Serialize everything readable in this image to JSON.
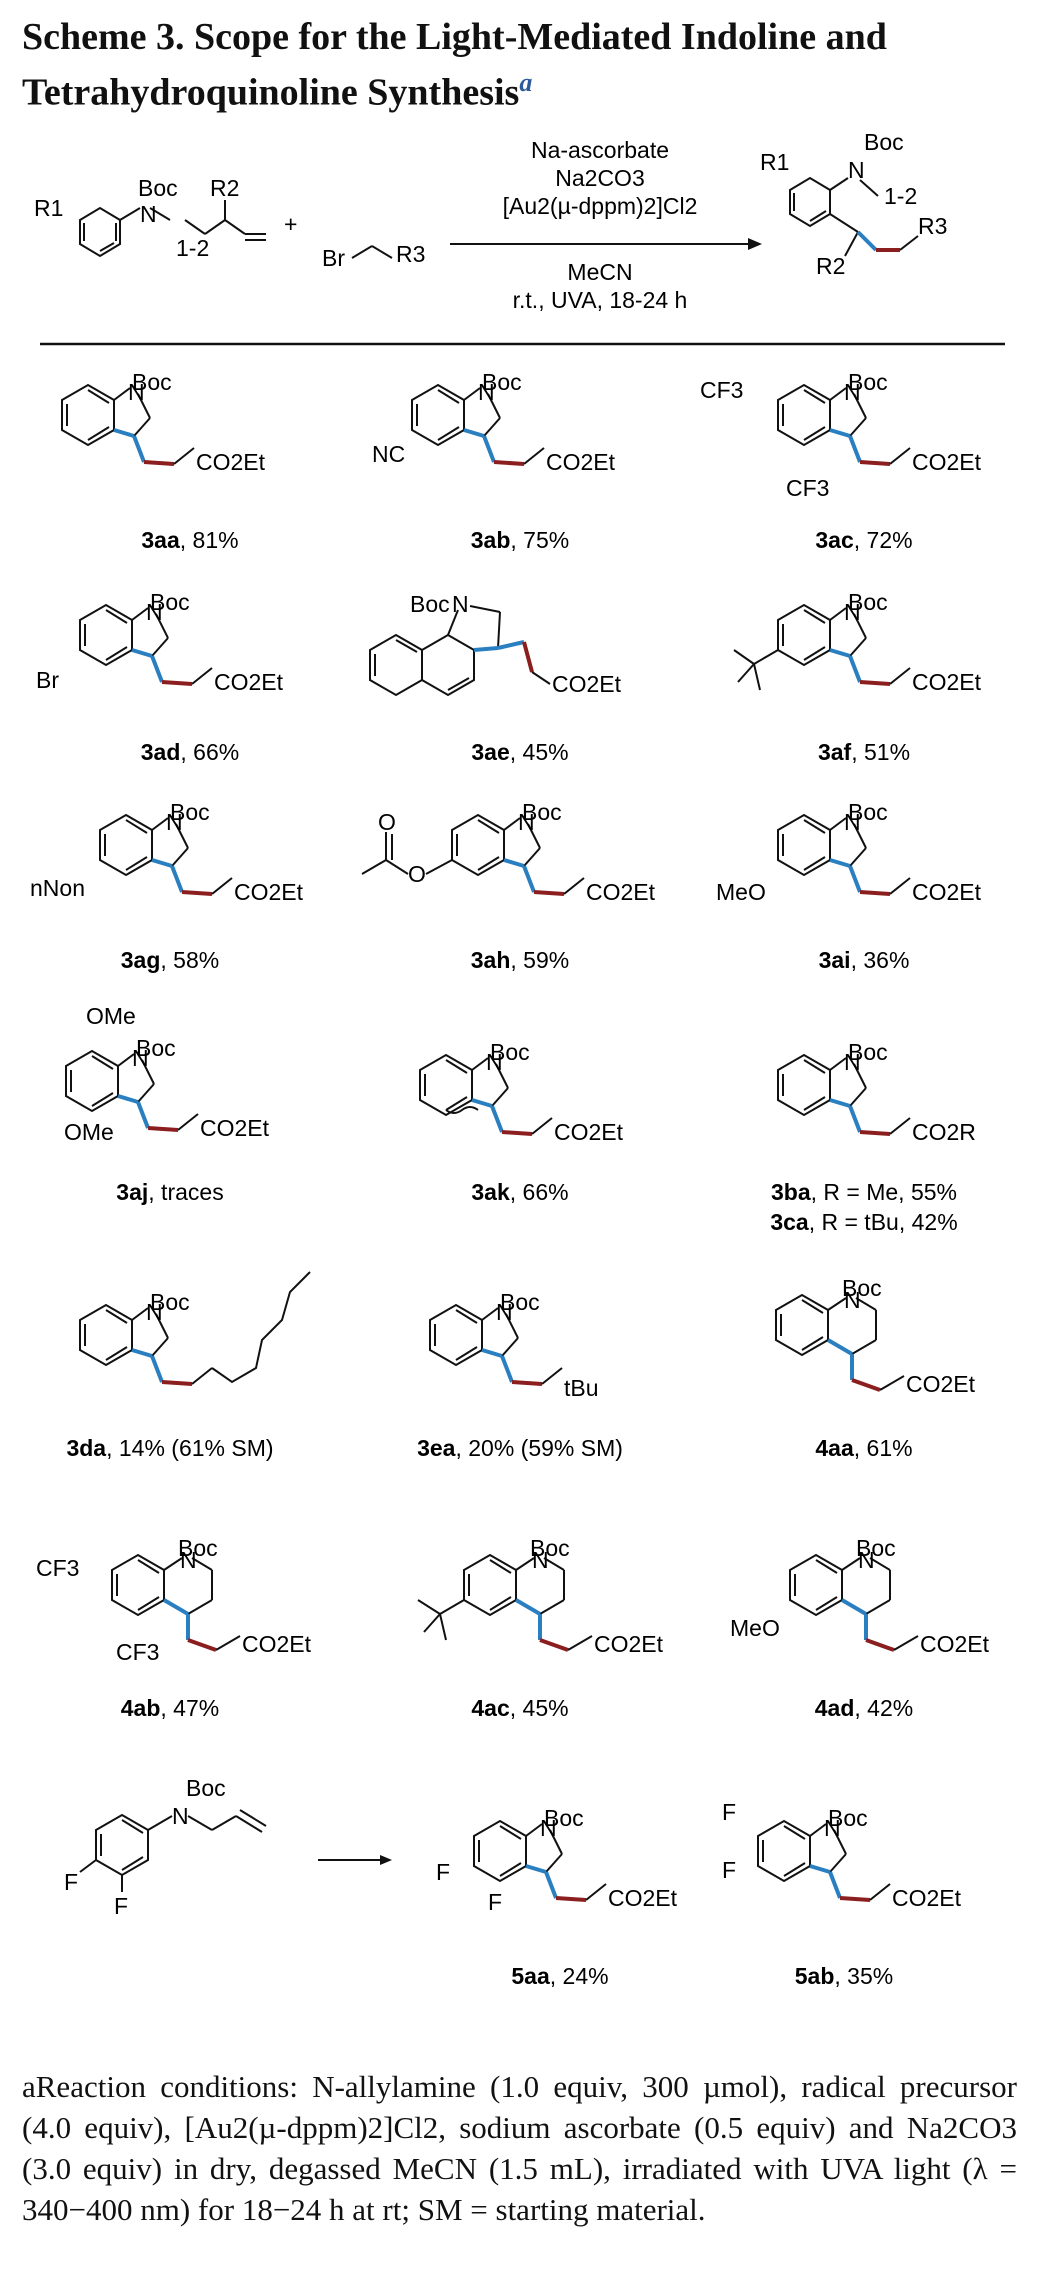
{
  "title_line1": "Scheme 3. Scope for the Light-Mediated Indoline and",
  "title_line2": "Tetrahydroquinoline Synthesis",
  "title_sup": "a",
  "colors": {
    "new_bond_blue": "#2a7fc0",
    "new_bond_red": "#8b1e1e",
    "text": "#111111"
  },
  "reaction": {
    "reagent1": "Na-ascorbate",
    "reagent2": "Na2CO3",
    "reagent3": "[Au2(µ-dppm)2]Cl2",
    "solvent": "MeCN",
    "conditions": "r.t., UVA, 18-24 h",
    "plus": "+",
    "sm_r1": "R1",
    "sm_r2": "R2",
    "sm_boc": "Boc",
    "sm_n": "N",
    "sm_range": "1-2",
    "br": "Br",
    "r3": "R3"
  },
  "compounds": [
    {
      "id": "3aa",
      "result": ", 81%"
    },
    {
      "id": "3ab",
      "result": ", 75%"
    },
    {
      "id": "3ac",
      "result": ", 72%"
    },
    {
      "id": "3ad",
      "result": ", 66%"
    },
    {
      "id": "3ae",
      "result": ", 45%"
    },
    {
      "id": "3af",
      "result": ", 51%"
    },
    {
      "id": "3ag",
      "result": ", 58%"
    },
    {
      "id": "3ah",
      "result": ", 59%"
    },
    {
      "id": "3ai",
      "result": ", 36%"
    },
    {
      "id": "3aj",
      "result": ", traces"
    },
    {
      "id": "3ak",
      "result": ", 66%"
    },
    {
      "id": "3ba",
      "result": ", R = Me, 55%"
    },
    {
      "id": "3ca",
      "result": ", R = tBu, 42%"
    },
    {
      "id": "3da",
      "result": ", 14% (61% SM)"
    },
    {
      "id": "3ea",
      "result": ", 20% (59% SM)"
    },
    {
      "id": "4aa",
      "result": ", 61%"
    },
    {
      "id": "4ab",
      "result": ", 47%"
    },
    {
      "id": "4ac",
      "result": ", 45%"
    },
    {
      "id": "4ad",
      "result": ", 42%"
    },
    {
      "id": "5aa",
      "result": ", 24%"
    },
    {
      "id": "5ab",
      "result": ", 35%"
    }
  ],
  "labels": {
    "boc": "Boc",
    "n": "N",
    "co2et": "CO2Et",
    "co2r": "CO2R",
    "nc": "NC",
    "cf3": "CF3",
    "br": "Br",
    "meo": "MeO",
    "ome": "OMe",
    "non": "nNon",
    "tbu": "tBu",
    "f": "F",
    "o": "O"
  },
  "footnote": "aReaction conditions: N-allylamine (1.0 equiv, 300 µmol), radical precursor (4.0 equiv), [Au2(µ-dppm)2]Cl2, sodium ascorbate (0.5 equiv) and Na2CO3 (3.0 equiv) in dry, degassed MeCN (1.5 mL), irradiated with UVA light (λ = 340−400 nm) for 18−24 h at rt; SM = starting material."
}
